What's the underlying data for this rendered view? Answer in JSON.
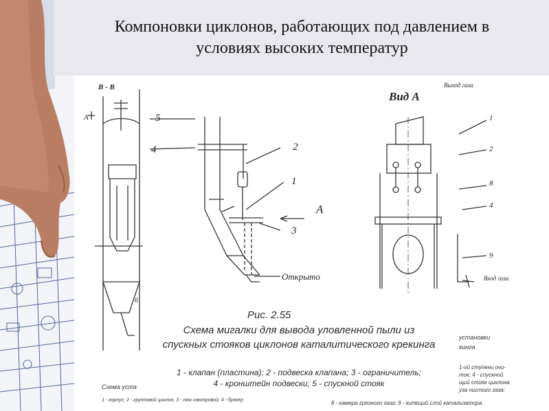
{
  "title": {
    "line1": "Компоновки циклонов, работающих под давлением в",
    "line2": "условиях высоких температур"
  },
  "left_drawing": {
    "section_label": "B - B",
    "arrow_label": "A",
    "dim_label": "6",
    "caption": "Схема уста",
    "legend": "1 - корпус; 2 - групповой циклон; 3 - люк смотровой; 4 - бункер"
  },
  "middle_drawing": {
    "callouts": [
      "5",
      "4",
      "2",
      "1",
      "3"
    ],
    "view_arrow": "A",
    "open_label": "Открыто",
    "figure_number": "Рис. 2.55",
    "caption_line1": "Схема мигалки для вывода уловленной пыли из",
    "caption_line2": "спускных стояков циклонов каталитического крекинга",
    "legend_line1": "1 - клапан (пластина); 2 - подвеска клапана; 3 - ограничитель;",
    "legend_line2": "4 - кронштейн подвески; 5 - спускной стояк"
  },
  "right_drawing": {
    "view_label": "Вид А",
    "top_label": "Выход газа"
  },
  "far_right": {
    "callouts": [
      "1",
      "2",
      "8",
      "4",
      "9"
    ],
    "gas_inlet": "Вход газа",
    "caption": "установки",
    "caption2": "кинга",
    "legend_lines": [
      "1-ой ступени очи-",
      "ток; 4 - спускной",
      "щий стояк циклона",
      "уза чистого газа;"
    ],
    "legend_bottom": "8 - камера грязного газа; 9 - кипящий слой катализатора"
  }
}
